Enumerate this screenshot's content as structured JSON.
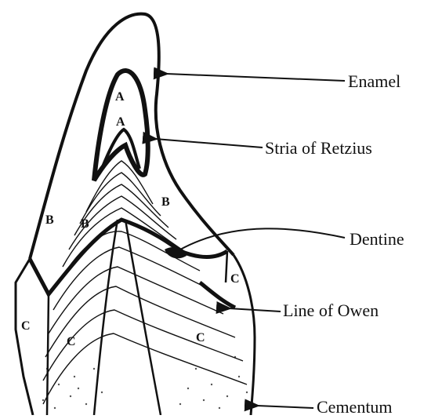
{
  "diagram": {
    "labels": {
      "enamel": "Enamel",
      "stria": "Stria of Retzius",
      "dentine": "Dentine",
      "owen": "Line of Owen",
      "cementum": "Cementum"
    },
    "zone_letters": {
      "a1": "A",
      "a2": "A",
      "b_left": "B",
      "b_mid": "B",
      "b_right": "B",
      "c_left": "C",
      "c_mid_left": "C",
      "c_mid_right": "C",
      "c_right": "C"
    },
    "colors": {
      "ink": "#111111",
      "background": "#ffffff",
      "stipple": "#555555"
    }
  }
}
